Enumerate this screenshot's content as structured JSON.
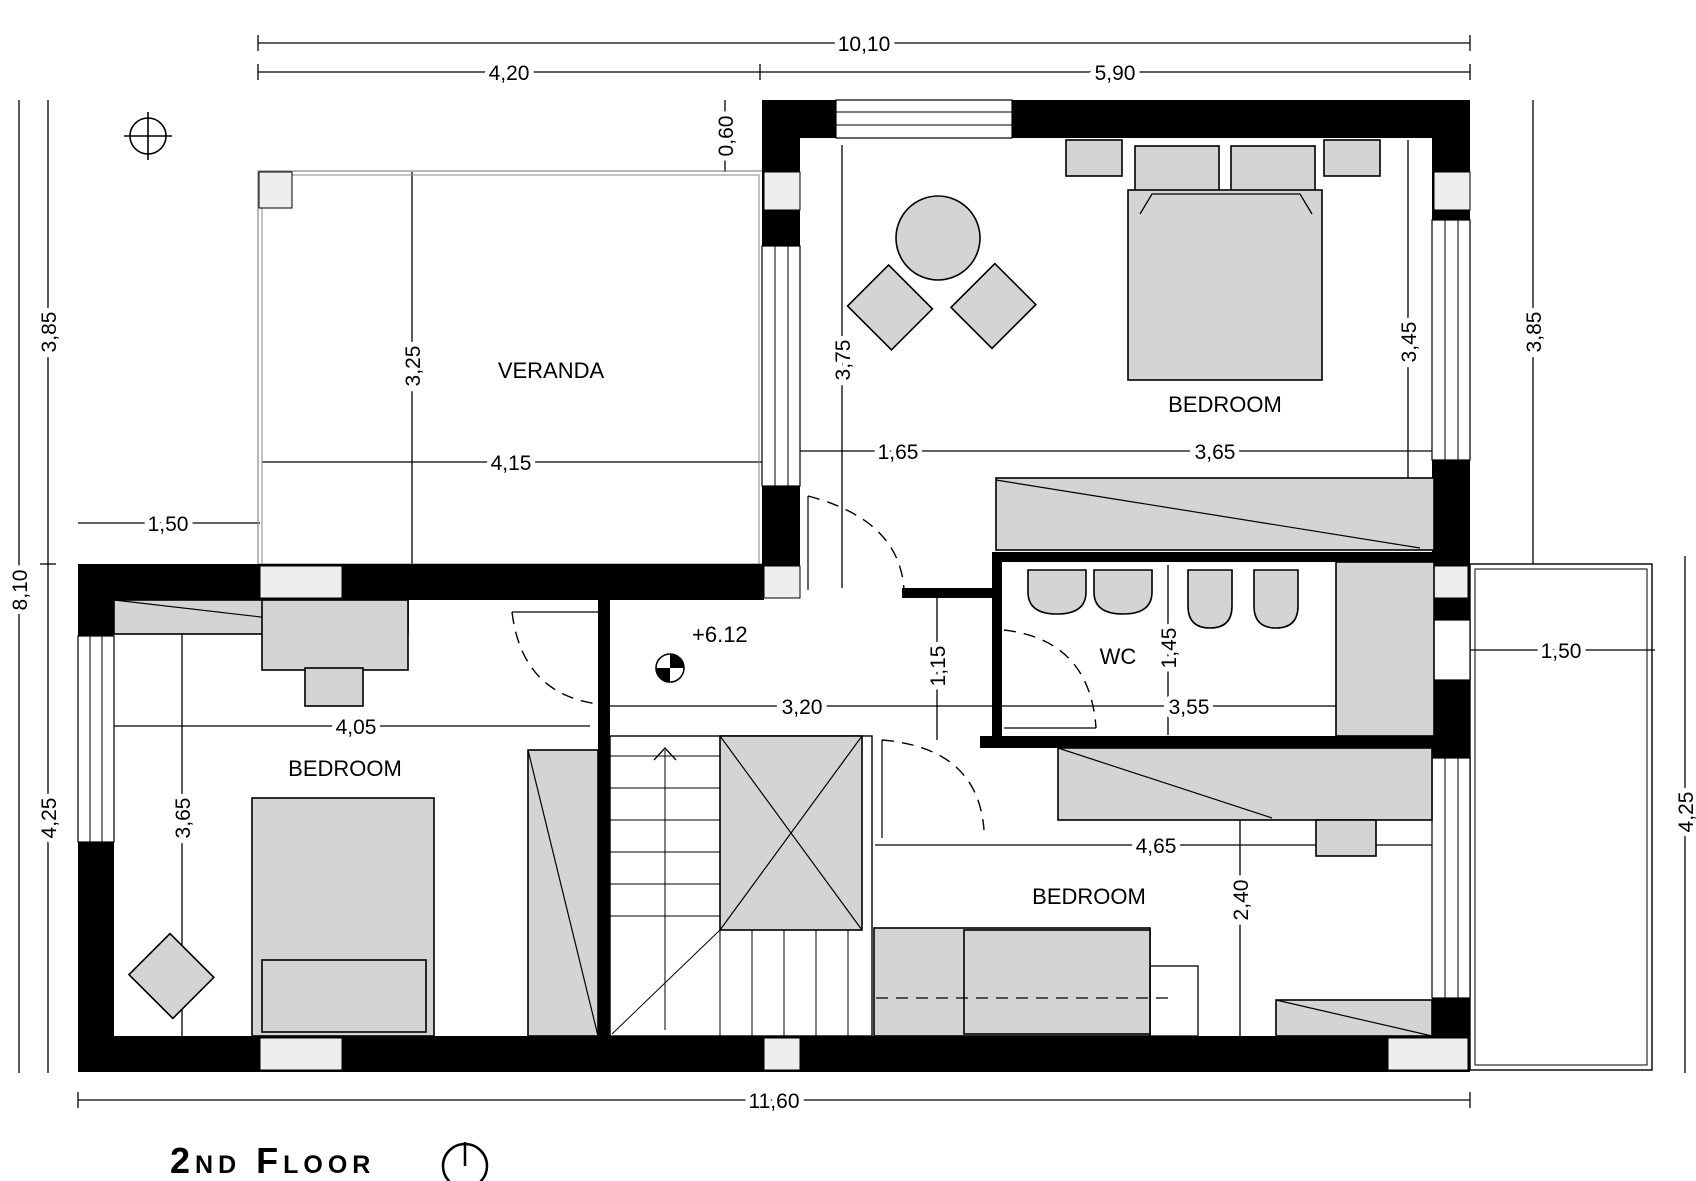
{
  "title": "2nd Floor",
  "rooms": {
    "veranda": "VERANDA",
    "bedroom_master": "BEDROOM",
    "bedroom_left": "BEDROOM",
    "bedroom_right": "BEDROOM",
    "wc": "WC"
  },
  "level_mark": "+6.12",
  "dimensions": {
    "overall_top": "10,10",
    "top_left": "4,20",
    "top_right": "5,90",
    "overall_bottom": "11,60",
    "left_upper": "3,85",
    "left_total": "8,10",
    "left_lower": "4,25",
    "right_upper": "3,85",
    "right_lower": "4,25",
    "veranda_depth": "3,25",
    "veranda_width": "4,15",
    "veranda_setback": "0,60",
    "left_offset": "1,50",
    "master_depth": "3,75",
    "master_depth_right": "3,45",
    "master_left": "1,65",
    "master_right": "3,65",
    "hall_width": "3,20",
    "hall_depth": "1,15",
    "wc_depth": "1,45",
    "wc_width": "3,55",
    "balcony_width": "1,50",
    "left_bedroom_width": "4,05",
    "left_bedroom_depth": "3,65",
    "right_bedroom_width": "4,65",
    "right_bedroom_depth": "2,40"
  }
}
